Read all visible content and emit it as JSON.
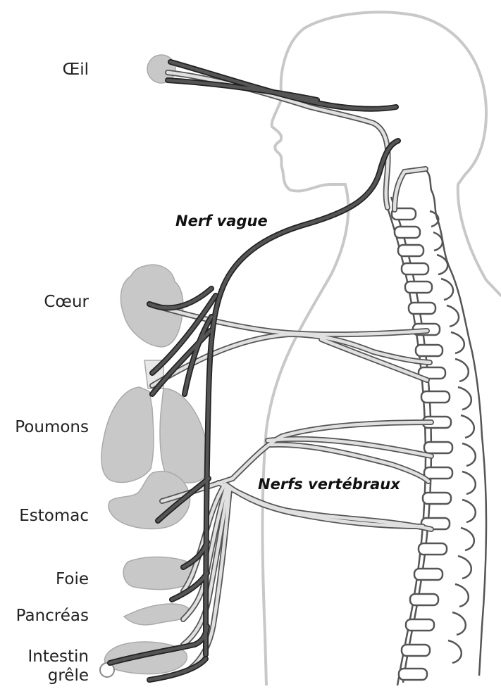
{
  "organs": {
    "eye": "Œil",
    "heart": "Cœur",
    "lungs": "Poumons",
    "stomach": "Estomac",
    "liver": "Foie",
    "pancreas": "Pancréas",
    "small_intestine_line1": "Intestin",
    "small_intestine_line2": "grêle"
  },
  "nerves": {
    "vagus": "Nerf vague",
    "vertebral": "Nerfs vertébraux"
  },
  "colors": {
    "organ_fill": "#c8c8c8",
    "vagus_nerve": "#555555",
    "spinal_nerves": "#d8d8d8",
    "body_outline": "#c8c8c8",
    "text": "#222222"
  }
}
